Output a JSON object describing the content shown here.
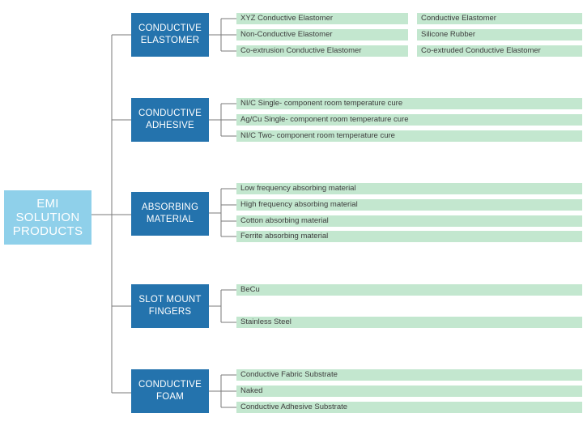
{
  "root": {
    "lines": [
      "EMI",
      "SOLUTION",
      "PRODUCTS"
    ]
  },
  "categories": [
    {
      "lines": [
        "CONDUCTIVE",
        "ELASTOMER"
      ],
      "items": [
        [
          "XYZ Conductive Elastomer",
          "Conductive Elastomer"
        ],
        [
          "Non-Conductive Elastomer",
          "Silicone Rubber"
        ],
        [
          "Co-extrusion Conductive Elastomer",
          "Co-extruded Conductive Elastomer"
        ]
      ]
    },
    {
      "lines": [
        "CONDUCTIVE",
        "ADHESIVE"
      ],
      "items": [
        "NI/C  Single- component room temperature cure",
        "Ag/Cu Single- component room temperature cure",
        "NI/C  Two- component room temperature cure"
      ]
    },
    {
      "lines": [
        "ABSORBING",
        "MATERIAL"
      ],
      "items": [
        "Low frequency absorbing material",
        "High frequency absorbing material",
        "Cotton absorbing material",
        "Ferrite absorbing material"
      ]
    },
    {
      "lines": [
        "SLOT MOUNT",
        "FINGERS"
      ],
      "items": [
        "BeCu",
        "Stainless Steel"
      ]
    },
    {
      "lines": [
        "CONDUCTIVE",
        "FOAM"
      ],
      "items": [
        "Conductive Fabric Substrate",
        "Naked",
        "Conductive Adhesive Substrate"
      ]
    }
  ],
  "colors": {
    "root_fill": "#8fd0ea",
    "category_fill": "#2473ad",
    "item_fill": "#c3e7cf",
    "connector": "#7a7a7a"
  }
}
